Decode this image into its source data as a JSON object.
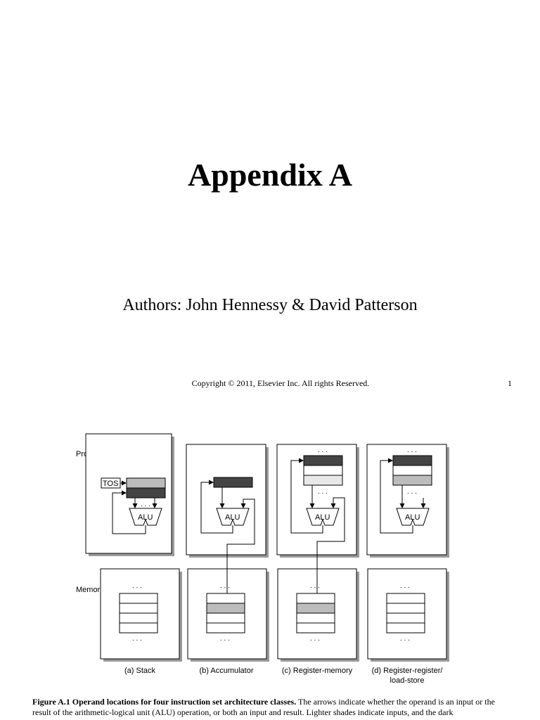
{
  "slide": {
    "title": "Appendix A",
    "authors": "Authors: John Hennessy & David Patterson",
    "copyright": "Copyright © 2011, Elsevier Inc. All rights Reserved.",
    "page_number": "1"
  },
  "figure": {
    "labels": {
      "processor": "Processor",
      "memory": "Memory",
      "tos": "TOS",
      "alu": "ALU",
      "dots": ". . ."
    },
    "panels": {
      "a": "(a) Stack",
      "b": "(b) Accumulator",
      "c": "(c) Register-memory",
      "d_line1": "(d) Register-register/",
      "d_line2": "load-store"
    }
  },
  "caption": {
    "bold": "Figure A.1 Operand locations for four instruction set architecture classes.",
    "text": " The arrows indicate whether the operand is an input or the result of the arithmetic-logical unit (ALU) operation, or both an input and result. Lighter shades indicate inputs, and the dark"
  }
}
